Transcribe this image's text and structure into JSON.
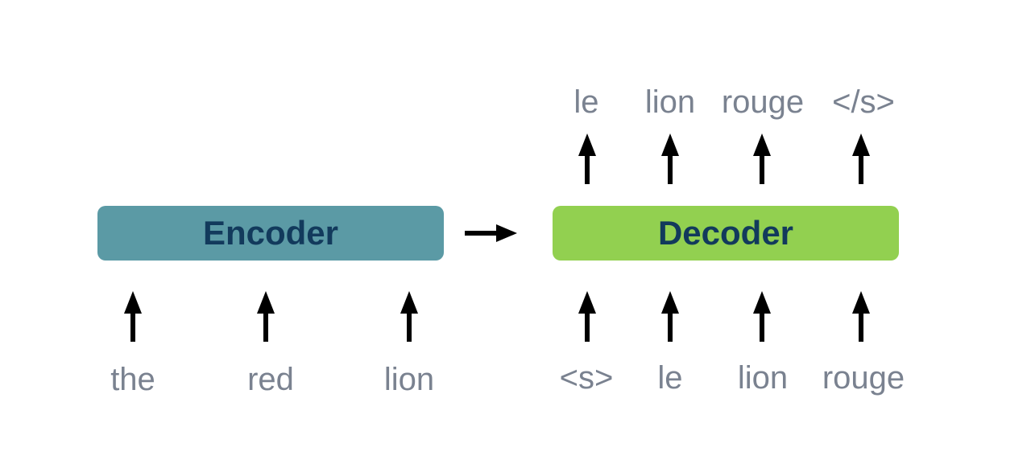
{
  "encoder": {
    "label": "Encoder",
    "color": "#5b9aa5",
    "inputs": [
      "the",
      "red",
      "lion"
    ]
  },
  "decoder": {
    "label": "Decoder",
    "color": "#92d050",
    "inputs": [
      "<s>",
      "le",
      "lion",
      "rouge"
    ],
    "outputs": [
      "le",
      "lion",
      "rouge",
      "</s>"
    ]
  },
  "label_color": "#123a5c",
  "token_color": "#7a8290",
  "arrow_color": "#000000"
}
